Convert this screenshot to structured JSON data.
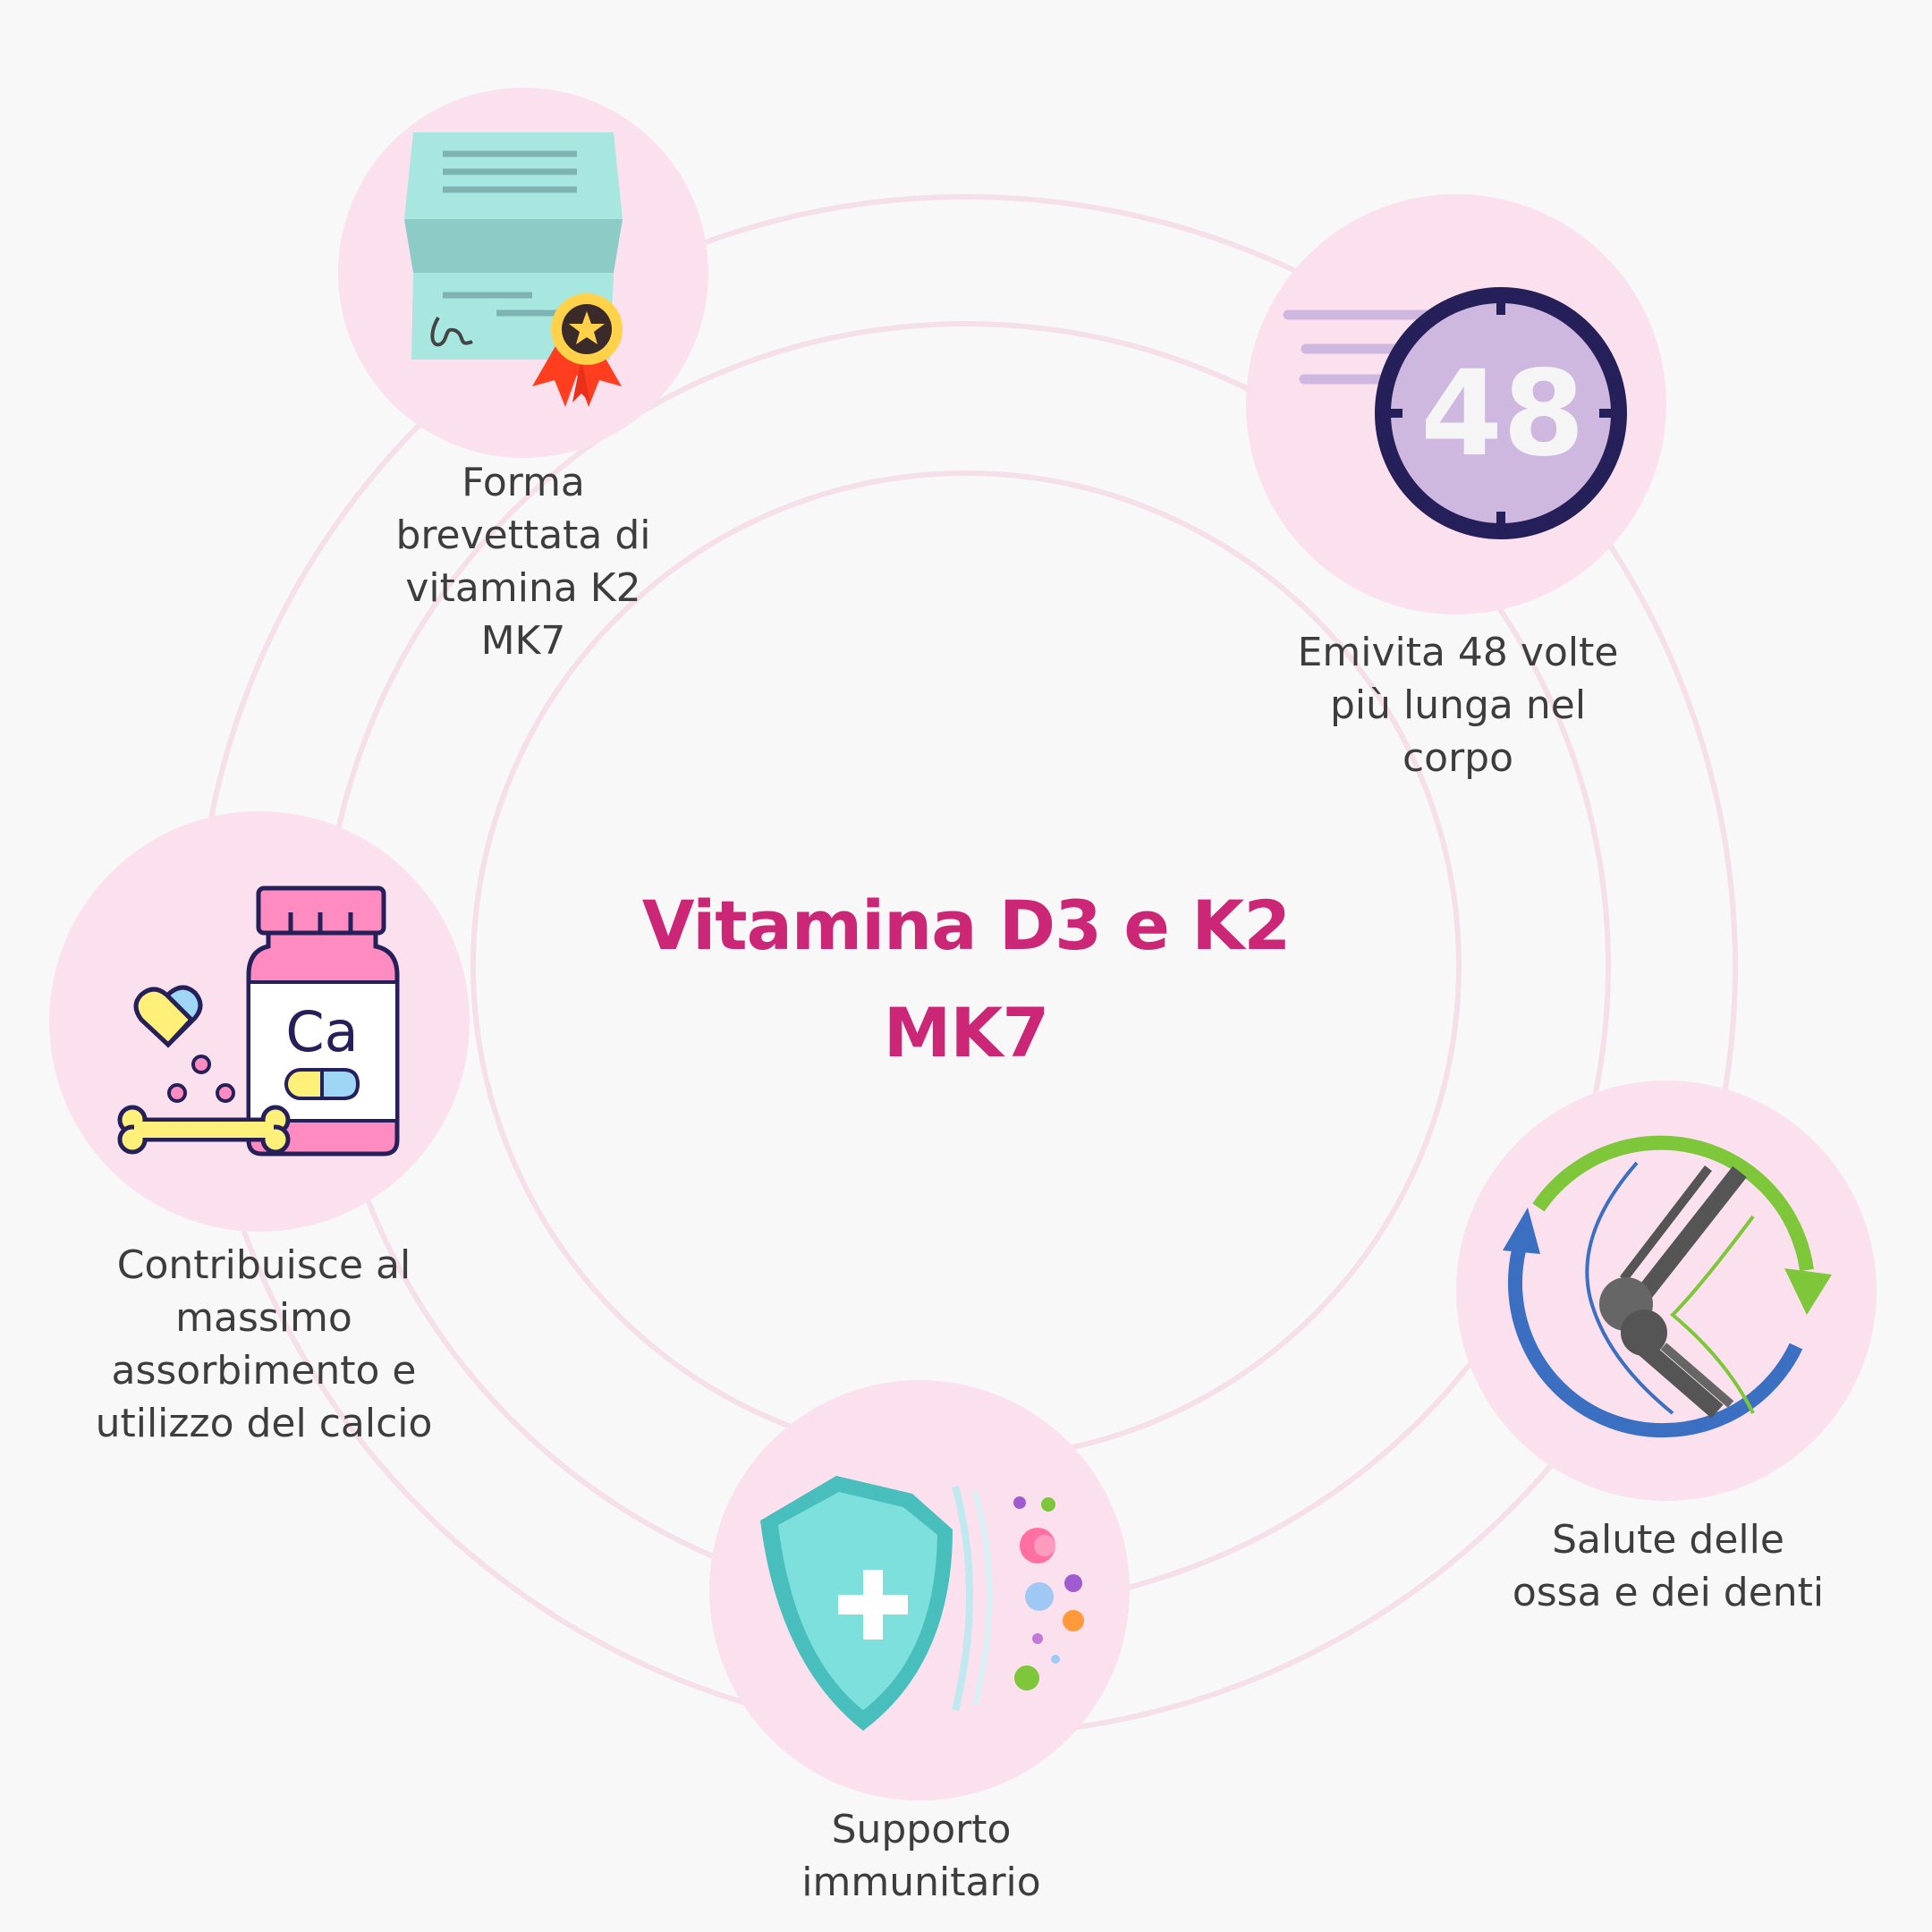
{
  "title": {
    "line1": "Vitamina D3 e K2",
    "line2": "MK7"
  },
  "icons": {
    "certificate": "patent-certificate-icon",
    "timer": "timer-48-icon",
    "calcium": "calcium-supplement-icon",
    "knee": "knee-joint-icon",
    "shield": "immune-shield-icon"
  },
  "timer_number": "48",
  "calcium_text": "Ca",
  "benefits": [
    {
      "lines": [
        "Forma",
        "brevettata di",
        "vitamina K2",
        "MK7"
      ]
    },
    {
      "lines": [
        "Emivita 48 volte",
        "più lunga nel",
        "corpo"
      ]
    },
    {
      "lines": [
        "Contribuisce al",
        "massimo",
        "assorbimento e",
        "utilizzo del calcio"
      ]
    },
    {
      "lines": [
        "Salute delle",
        "ossa e dei denti"
      ]
    },
    {
      "lines": [
        "Supporto",
        "immunitario"
      ]
    }
  ],
  "colors": {
    "background": "#f8f8f8",
    "title": "#cc2777",
    "icon_circle": "#fbe1ee",
    "ring": "#f5dfe8",
    "text": "#3d3d3d"
  }
}
